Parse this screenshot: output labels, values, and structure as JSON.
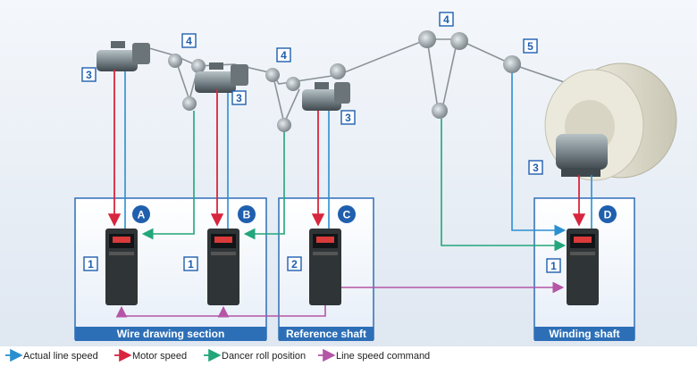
{
  "sections": {
    "wire_drawing": "Wire drawing section",
    "reference": "Reference shaft",
    "winding": "Winding shaft"
  },
  "circles": {
    "a": "A",
    "b": "B",
    "c": "C",
    "d": "D"
  },
  "numbers": {
    "one": "1",
    "two": "2",
    "three": "3",
    "four": "4",
    "five": "5"
  },
  "legend": [
    {
      "label": "Actual line speed",
      "color": "#2a8fd0"
    },
    {
      "label": "Motor speed",
      "color": "#d7263d"
    },
    {
      "label": "Dancer roll position",
      "color": "#22a67a"
    },
    {
      "label": "Line speed command",
      "color": "#b455a6"
    }
  ],
  "colors": {
    "box_border": "#2d6fb7",
    "box_fill": "#eef4fb",
    "badge_blue": "#1f5fae",
    "background_band": "#e6edf5"
  }
}
